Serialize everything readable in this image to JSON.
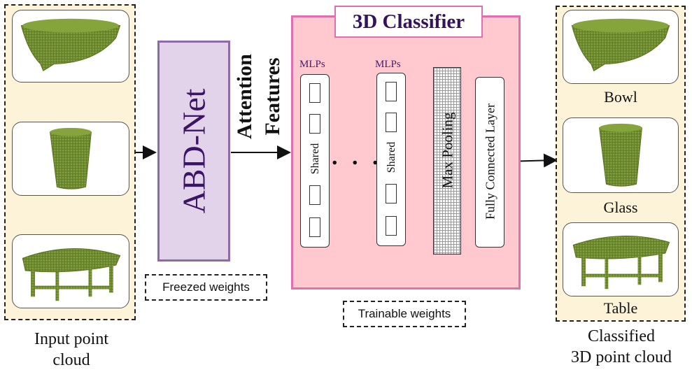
{
  "input_panel": {
    "caption": "Input point\ncloud"
  },
  "output_panel": {
    "caption": "Classified\n3D point cloud",
    "labels": [
      "Bowl",
      "Glass",
      "Table"
    ]
  },
  "abd_net": {
    "label": "ABD-Net",
    "weights_note": "Freezed weights"
  },
  "features": {
    "line1": "Attention",
    "line2": "Features"
  },
  "classifier": {
    "title": "3D Classifier",
    "mlp_label": "MLPs",
    "shared_label": "Shared",
    "ellipsis": ". . .",
    "max_pooling": "Max Pooling",
    "fc_layer": "Fully Connected Layer",
    "weights_note": "Trainable weights"
  },
  "colors": {
    "point_cloud": "#6d8a2e",
    "input_panel_bg": "#fdf3d9",
    "abd_fill": "#e2d2ea",
    "abd_border": "#8e6aa6",
    "abd_text": "#3b1466",
    "classifier_fill": "#ffc9cf",
    "classifier_border": "#e06fb0",
    "title_text": "#34125e"
  },
  "icons": [
    "bowl-point-cloud-icon",
    "glass-point-cloud-icon",
    "table-point-cloud-icon"
  ]
}
